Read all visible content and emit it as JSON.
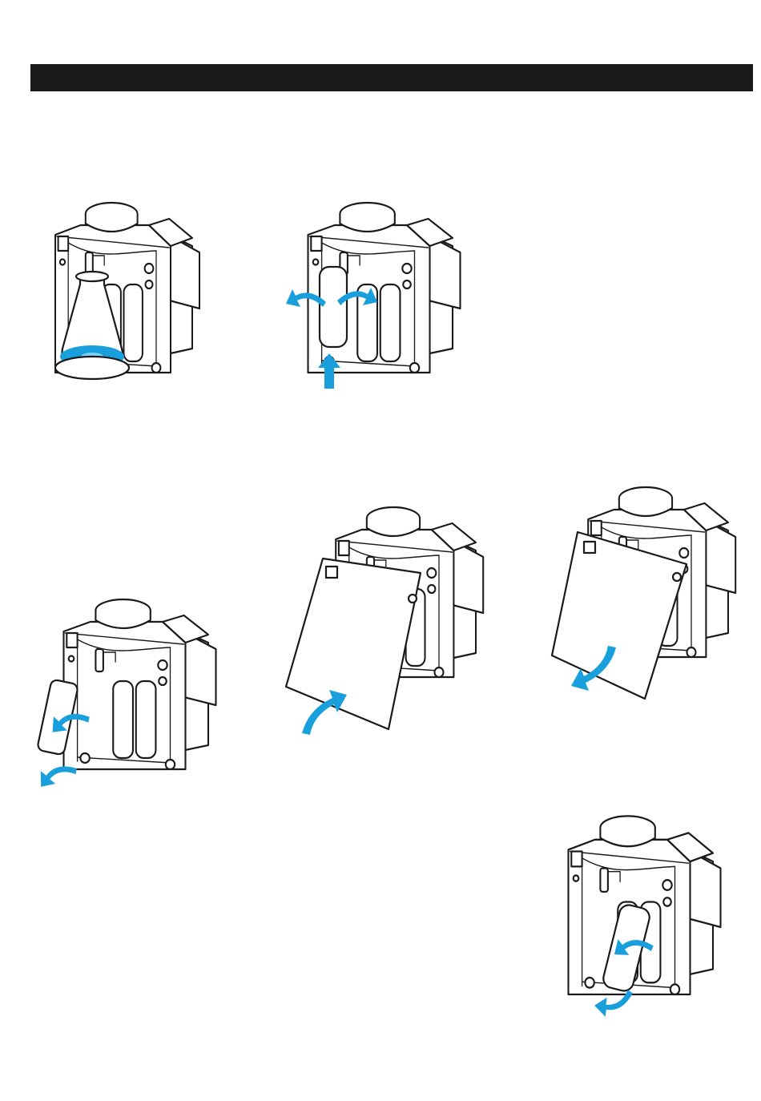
{
  "document": {
    "header_bar_label": "",
    "accent_color": "#1a9fdd",
    "line_color": "#1a1a1a"
  },
  "illustrations": [
    {
      "id": 1,
      "icon": "water-dispenser-with-flask-icon",
      "arrows": 0
    },
    {
      "id": 2,
      "icon": "water-dispenser-remove-filter-icon",
      "arrows": 3
    },
    {
      "id": 3,
      "icon": "water-dispenser-tilt-filter-out-icon",
      "arrows": 2
    },
    {
      "id": 4,
      "icon": "water-dispenser-open-panel-icon",
      "arrows": 1
    },
    {
      "id": 5,
      "icon": "water-dispenser-close-panel-icon",
      "arrows": 1
    },
    {
      "id": 6,
      "icon": "water-dispenser-insert-filter-icon",
      "arrows": 2
    }
  ]
}
